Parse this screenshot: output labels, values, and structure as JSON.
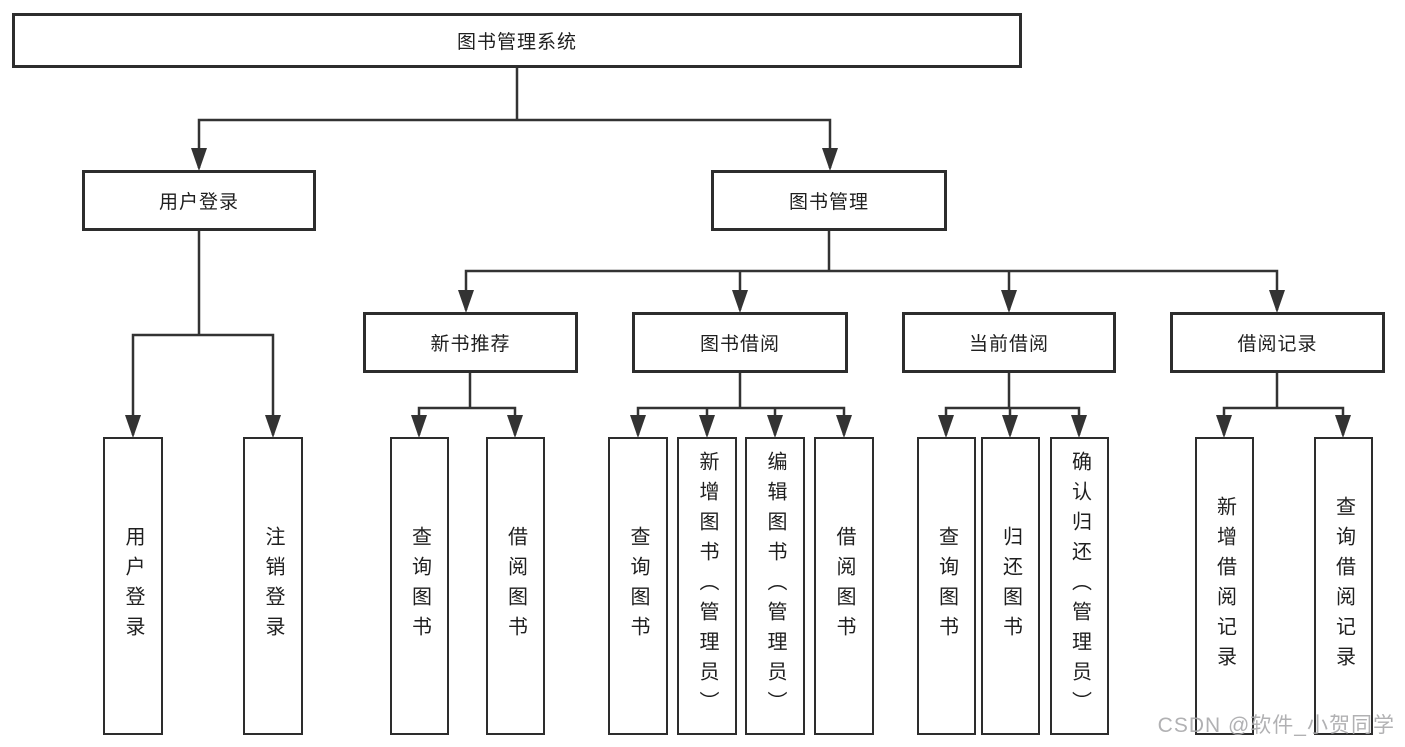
{
  "diagram_title": "图书管理系统",
  "tree": {
    "label": "图书管理系统",
    "children": [
      {
        "label": "用户登录",
        "children": [
          {
            "label": "用户登录"
          },
          {
            "label": "注销登录"
          }
        ]
      },
      {
        "label": "图书管理",
        "children": [
          {
            "label": "新书推荐",
            "children": [
              {
                "label": "查询图书"
              },
              {
                "label": "借阅图书"
              }
            ]
          },
          {
            "label": "图书借阅",
            "children": [
              {
                "label": "查询图书"
              },
              {
                "label": "新增图书（管理员）"
              },
              {
                "label": "编辑图书（管理员）"
              },
              {
                "label": "借阅图书"
              }
            ]
          },
          {
            "label": "当前借阅",
            "children": [
              {
                "label": "查询图书"
              },
              {
                "label": "归还图书"
              },
              {
                "label": "确认归还（管理员）"
              }
            ]
          },
          {
            "label": "借阅记录",
            "children": [
              {
                "label": "新增借阅记录"
              },
              {
                "label": "查询借阅记录"
              }
            ]
          }
        ]
      }
    ]
  },
  "watermark": {
    "text": "CSDN @软件_小贺同学"
  },
  "colors": {
    "line": "#333333",
    "box_border": "#2d2d2d",
    "text": "#1f1f1f",
    "watermark": "#a9a9ab",
    "background": "#ffffff"
  }
}
